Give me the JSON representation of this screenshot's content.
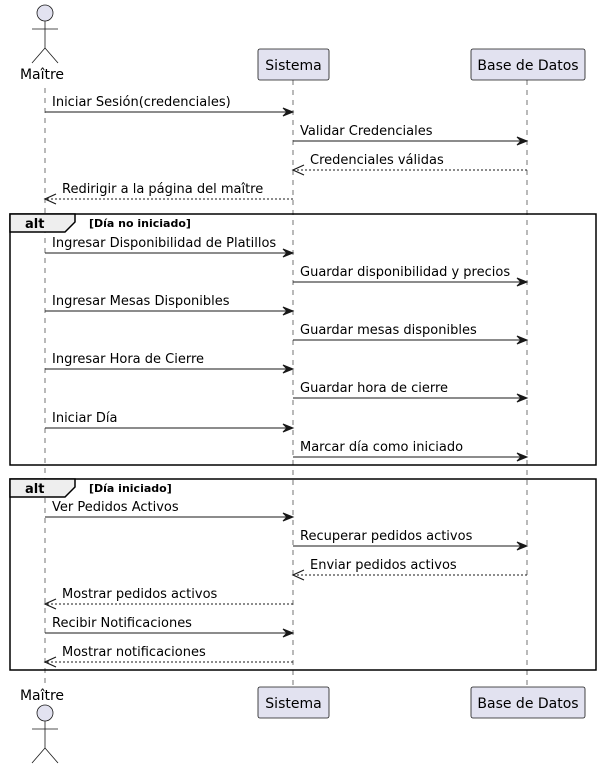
{
  "participants": {
    "actor": "Maître",
    "sistema": "Sistema",
    "base_datos": "Base de Datos"
  },
  "messages": [
    {
      "label": "Iniciar Sesión(credenciales)",
      "from": "actor",
      "to": "sistema",
      "style": "solid"
    },
    {
      "label": "Validar Credenciales",
      "from": "sistema",
      "to": "base_datos",
      "style": "solid"
    },
    {
      "label": "Credenciales válidas",
      "from": "base_datos",
      "to": "sistema",
      "style": "dashed"
    },
    {
      "label": "Redirigir a la página del maître",
      "from": "sistema",
      "to": "actor",
      "style": "dashed"
    },
    {
      "label": "Ingresar Disponibilidad de Platillos",
      "from": "actor",
      "to": "sistema",
      "style": "solid"
    },
    {
      "label": "Guardar disponibilidad y precios",
      "from": "sistema",
      "to": "base_datos",
      "style": "solid"
    },
    {
      "label": "Ingresar Mesas Disponibles",
      "from": "actor",
      "to": "sistema",
      "style": "solid"
    },
    {
      "label": "Guardar mesas disponibles",
      "from": "sistema",
      "to": "base_datos",
      "style": "solid"
    },
    {
      "label": "Ingresar Hora de Cierre",
      "from": "actor",
      "to": "sistema",
      "style": "solid"
    },
    {
      "label": "Guardar hora de cierre",
      "from": "sistema",
      "to": "base_datos",
      "style": "solid"
    },
    {
      "label": "Iniciar Día",
      "from": "actor",
      "to": "sistema",
      "style": "solid"
    },
    {
      "label": "Marcar día como iniciado",
      "from": "sistema",
      "to": "base_datos",
      "style": "solid"
    },
    {
      "label": "Ver Pedidos Activos",
      "from": "actor",
      "to": "sistema",
      "style": "solid"
    },
    {
      "label": "Recuperar pedidos activos",
      "from": "sistema",
      "to": "base_datos",
      "style": "solid"
    },
    {
      "label": "Enviar pedidos activos",
      "from": "base_datos",
      "to": "sistema",
      "style": "dashed"
    },
    {
      "label": "Mostrar pedidos activos",
      "from": "sistema",
      "to": "actor",
      "style": "dashed"
    },
    {
      "label": "Recibir Notificaciones",
      "from": "actor",
      "to": "sistema",
      "style": "solid"
    },
    {
      "label": "Mostrar notificaciones",
      "from": "sistema",
      "to": "actor",
      "style": "dashed"
    }
  ],
  "fragments": [
    {
      "keyword": "alt",
      "guard": "[Día no iniciado]"
    },
    {
      "keyword": "alt",
      "guard": "[Día iniciado]"
    }
  ],
  "colors": {
    "participant_fill": "#e2e2f0",
    "participant_border": "#181818",
    "lifeline": "#181818",
    "arrow": "#181818"
  }
}
